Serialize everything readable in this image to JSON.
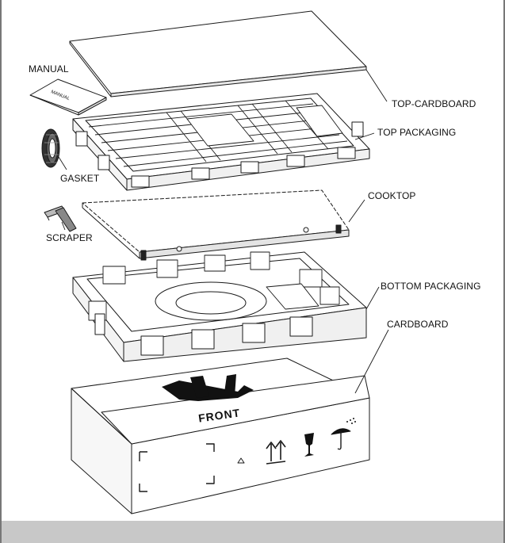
{
  "labels": {
    "manual": "MANUAL",
    "top_cardboard": "TOP-CARDBOARD",
    "top_packaging": "TOP PACKAGING",
    "gasket": "GASKET",
    "cooktop": "COOKTOP",
    "scraper": "SCRAPER",
    "bottom_packaging": "BOTTOM PACKAGING",
    "cardboard": "CARDBOARD"
  },
  "box": {
    "front_text": "FRONT"
  },
  "icons": [
    "this-way-up-icon",
    "fragile-glass-icon",
    "keep-dry-umbrella-icon",
    "recycle-mark-icon"
  ],
  "colors": {
    "line": "#1a1a1a",
    "fill": "#ffffff",
    "footer": "#c8c8c8"
  }
}
